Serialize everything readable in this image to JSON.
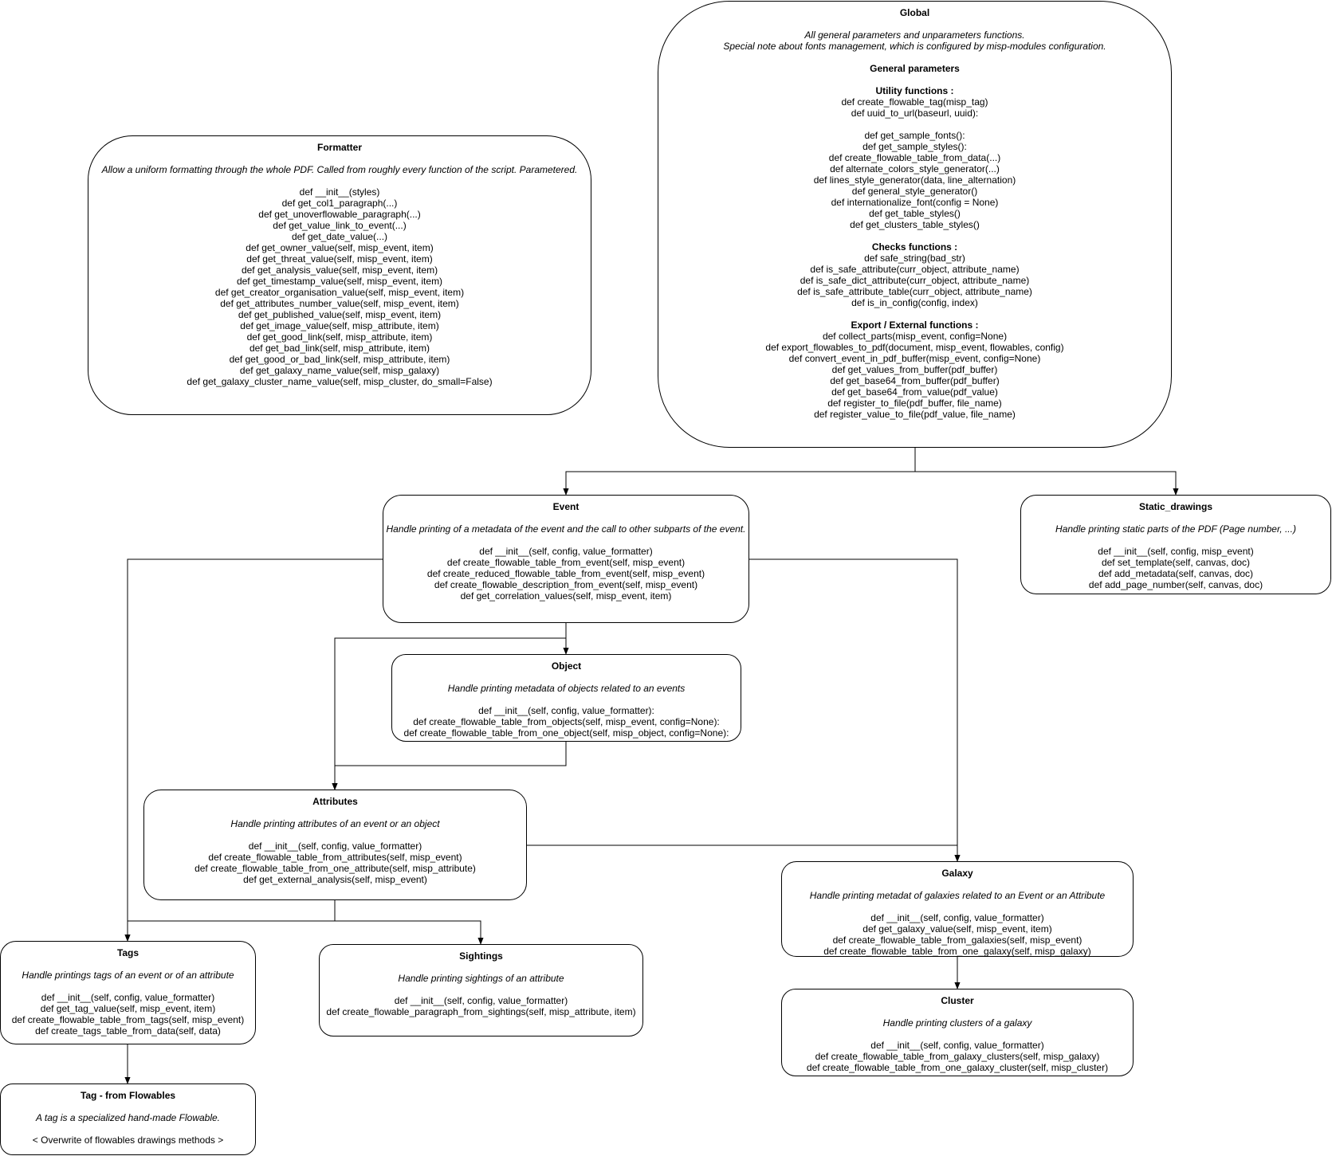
{
  "nodes": [
    {
      "id": "global",
      "title": "Global",
      "lines": [
        {
          "k": "g"
        },
        {
          "k": "i",
          "t": "All general parameters and unparameters functions."
        },
        {
          "k": "i",
          "t": "Special note about fonts management, which is configured by misp-modules configuration."
        },
        {
          "k": "g"
        },
        {
          "k": "b",
          "t": "General parameters"
        },
        {
          "k": "g"
        },
        {
          "k": "b",
          "t": "Utility functions :"
        },
        {
          "k": "n",
          "t": "def create_flowable_tag(misp_tag)"
        },
        {
          "k": "n",
          "t": "def uuid_to_url(baseurl, uuid):"
        },
        {
          "k": "g"
        },
        {
          "k": "n",
          "t": "def get_sample_fonts():"
        },
        {
          "k": "n",
          "t": "def get_sample_styles():"
        },
        {
          "k": "n",
          "t": "def create_flowable_table_from_data(...)"
        },
        {
          "k": "n",
          "t": "def alternate_colors_style_generator(...)"
        },
        {
          "k": "n",
          "t": "def lines_style_generator(data, line_alternation)"
        },
        {
          "k": "n",
          "t": "def general_style_generator()"
        },
        {
          "k": "n",
          "t": "def internationalize_font(config = None)"
        },
        {
          "k": "n",
          "t": "def get_table_styles()"
        },
        {
          "k": "n",
          "t": "def get_clusters_table_styles()"
        },
        {
          "k": "g"
        },
        {
          "k": "b",
          "t": "Checks functions :"
        },
        {
          "k": "n",
          "t": "def safe_string(bad_str)"
        },
        {
          "k": "n",
          "t": "def is_safe_attribute(curr_object, attribute_name)"
        },
        {
          "k": "n",
          "t": "def is_safe_dict_attribute(curr_object, attribute_name)"
        },
        {
          "k": "n",
          "t": "def is_safe_attribute_table(curr_object, attribute_name)"
        },
        {
          "k": "n",
          "t": "def is_in_config(config, index)"
        },
        {
          "k": "g"
        },
        {
          "k": "b",
          "t": "Export / External functions :"
        },
        {
          "k": "n",
          "t": "def collect_parts(misp_event, config=None)"
        },
        {
          "k": "n",
          "t": "def export_flowables_to_pdf(document, misp_event, flowables, config)"
        },
        {
          "k": "n",
          "t": "def convert_event_in_pdf_buffer(misp_event, config=None)"
        },
        {
          "k": "n",
          "t": "def get_values_from_buffer(pdf_buffer)"
        },
        {
          "k": "n",
          "t": "def get_base64_from_buffer(pdf_buffer)"
        },
        {
          "k": "n",
          "t": "def get_base64_from_value(pdf_value)"
        },
        {
          "k": "n",
          "t": "def register_to_file(pdf_buffer, file_name)"
        },
        {
          "k": "n",
          "t": "def register_value_to_file(pdf_value, file_name)"
        }
      ]
    },
    {
      "id": "formatter",
      "title": "Formatter",
      "lines": [
        {
          "k": "g"
        },
        {
          "k": "i",
          "t": "Allow a uniform formatting through the whole PDF. Called from roughly every function of the script. Parametered."
        },
        {
          "k": "g"
        },
        {
          "k": "n",
          "t": "def __init__(styles)"
        },
        {
          "k": "n",
          "t": "def get_col1_paragraph(...)"
        },
        {
          "k": "n",
          "t": "def get_unoverflowable_paragraph(...)"
        },
        {
          "k": "n",
          "t": "def get_value_link_to_event(...)"
        },
        {
          "k": "n",
          "t": "def get_date_value(...)"
        },
        {
          "k": "n",
          "t": "def get_owner_value(self, misp_event, item)"
        },
        {
          "k": "n",
          "t": "def get_threat_value(self, misp_event, item)"
        },
        {
          "k": "n",
          "t": "def get_analysis_value(self, misp_event, item)"
        },
        {
          "k": "n",
          "t": "def get_timestamp_value(self, misp_event, item)"
        },
        {
          "k": "n",
          "t": "def get_creator_organisation_value(self, misp_event, item)"
        },
        {
          "k": "n",
          "t": "def get_attributes_number_value(self, misp_event, item)"
        },
        {
          "k": "n",
          "t": "def get_published_value(self, misp_event, item)"
        },
        {
          "k": "n",
          "t": "def get_image_value(self, misp_attribute, item)"
        },
        {
          "k": "n",
          "t": "def get_good_link(self, misp_attribute, item)"
        },
        {
          "k": "n",
          "t": "def get_bad_link(self, misp_attribute, item)"
        },
        {
          "k": "n",
          "t": "def get_good_or_bad_link(self, misp_attribute, item)"
        },
        {
          "k": "n",
          "t": "def get_galaxy_name_value(self, misp_galaxy)"
        },
        {
          "k": "n",
          "t": "def get_galaxy_cluster_name_value(self, misp_cluster, do_small=False)"
        }
      ]
    },
    {
      "id": "event",
      "title": "Event",
      "lines": [
        {
          "k": "g"
        },
        {
          "k": "i",
          "t": "Handle printing of a metadata of the event and the call to other subparts of the event."
        },
        {
          "k": "g"
        },
        {
          "k": "n",
          "t": "def __init__(self, config, value_formatter)"
        },
        {
          "k": "n",
          "t": "def create_flowable_table_from_event(self, misp_event)"
        },
        {
          "k": "n",
          "t": "def create_reduced_flowable_table_from_event(self, misp_event)"
        },
        {
          "k": "n",
          "t": "def create_flowable_description_from_event(self, misp_event)"
        },
        {
          "k": "n",
          "t": "def get_correlation_values(self, misp_event, item)"
        }
      ]
    },
    {
      "id": "static",
      "title": "Static_drawings",
      "lines": [
        {
          "k": "g"
        },
        {
          "k": "i",
          "t": "Handle printing static parts of the PDF (Page number, ...)"
        },
        {
          "k": "g"
        },
        {
          "k": "n",
          "t": "def __init__(self, config, misp_event)"
        },
        {
          "k": "n",
          "t": "def set_template(self, canvas, doc)"
        },
        {
          "k": "n",
          "t": "def add_metadata(self, canvas, doc)"
        },
        {
          "k": "n",
          "t": "def add_page_number(self, canvas, doc)"
        }
      ]
    },
    {
      "id": "object",
      "title": "Object",
      "lines": [
        {
          "k": "g"
        },
        {
          "k": "i",
          "t": "Handle printing metadata of objects related to an events"
        },
        {
          "k": "g"
        },
        {
          "k": "n",
          "t": "def __init__(self, config, value_formatter):"
        },
        {
          "k": "n",
          "t": "def create_flowable_table_from_objects(self, misp_event, config=None):"
        },
        {
          "k": "n",
          "t": "def create_flowable_table_from_one_object(self, misp_object, config=None):"
        }
      ]
    },
    {
      "id": "attributes",
      "title": "Attributes",
      "lines": [
        {
          "k": "g"
        },
        {
          "k": "i",
          "t": "Handle printing attributes of an event or an object"
        },
        {
          "k": "g"
        },
        {
          "k": "n",
          "t": "def __init__(self, config, value_formatter)"
        },
        {
          "k": "n",
          "t": "def create_flowable_table_from_attributes(self, misp_event)"
        },
        {
          "k": "n",
          "t": "def create_flowable_table_from_one_attribute(self, misp_attribute)"
        },
        {
          "k": "n",
          "t": "def get_external_analysis(self, misp_event)"
        }
      ]
    },
    {
      "id": "galaxy",
      "title": "Galaxy",
      "lines": [
        {
          "k": "g"
        },
        {
          "k": "i",
          "t": "Handle printing metadat of galaxies related to an Event or an Attribute"
        },
        {
          "k": "g"
        },
        {
          "k": "n",
          "t": "def __init__(self, config, value_formatter)"
        },
        {
          "k": "n",
          "t": "def get_galaxy_value(self, misp_event, item)"
        },
        {
          "k": "n",
          "t": "def create_flowable_table_from_galaxies(self, misp_event)"
        },
        {
          "k": "n",
          "t": "def create_flowable_table_from_one_galaxy(self, misp_galaxy)"
        }
      ]
    },
    {
      "id": "tags",
      "title": "Tags",
      "lines": [
        {
          "k": "g"
        },
        {
          "k": "i",
          "t": "Handle printings tags of an event or of an attribute"
        },
        {
          "k": "g"
        },
        {
          "k": "n",
          "t": "def __init__(self, config, value_formatter)"
        },
        {
          "k": "n",
          "t": "def get_tag_value(self, misp_event, item)"
        },
        {
          "k": "n",
          "t": "def create_flowable_table_from_tags(self, misp_event)"
        },
        {
          "k": "n",
          "t": "def create_tags_table_from_data(self, data)"
        }
      ]
    },
    {
      "id": "sightings",
      "title": "Sightings",
      "lines": [
        {
          "k": "g"
        },
        {
          "k": "i",
          "t": "Handle printing sightings of an attribute"
        },
        {
          "k": "g"
        },
        {
          "k": "n",
          "t": "def __init__(self, config, value_formatter)"
        },
        {
          "k": "n",
          "t": "def create_flowable_paragraph_from_sightings(self, misp_attribute, item)"
        }
      ]
    },
    {
      "id": "cluster",
      "title": "Cluster",
      "lines": [
        {
          "k": "g"
        },
        {
          "k": "i",
          "t": "Handle printing clusters of a galaxy"
        },
        {
          "k": "g"
        },
        {
          "k": "n",
          "t": "def __init__(self, config, value_formatter)"
        },
        {
          "k": "n",
          "t": "def create_flowable_table_from_galaxy_clusters(self, misp_galaxy)"
        },
        {
          "k": "n",
          "t": "def create_flowable_table_from_one_galaxy_cluster(self, misp_cluster)"
        }
      ]
    },
    {
      "id": "tagflow",
      "title": "Tag - from Flowables",
      "lines": [
        {
          "k": "g"
        },
        {
          "k": "i",
          "t": "A tag is a specialized  hand-made Flowable."
        },
        {
          "k": "g"
        },
        {
          "k": "n",
          "t": "< Overwrite of flowables drawings methods >"
        }
      ]
    }
  ],
  "edges": [
    {
      "from": "global",
      "to": "event"
    },
    {
      "from": "global",
      "to": "static"
    },
    {
      "from": "event",
      "to": "object"
    },
    {
      "from": "event",
      "to": "attributes"
    },
    {
      "from": "object",
      "to": "attributes"
    },
    {
      "from": "event",
      "to": "tags"
    },
    {
      "from": "event",
      "to": "galaxy"
    },
    {
      "from": "attributes",
      "to": "galaxy"
    },
    {
      "from": "attributes",
      "to": "tags"
    },
    {
      "from": "attributes",
      "to": "sightings"
    },
    {
      "from": "galaxy",
      "to": "cluster"
    },
    {
      "from": "tags",
      "to": "tagflow"
    }
  ]
}
